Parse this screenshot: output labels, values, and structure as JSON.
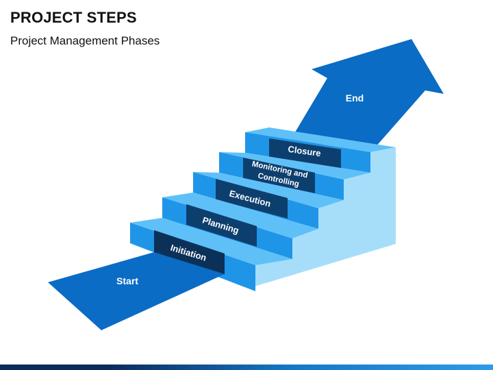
{
  "title": "PROJECT STEPS",
  "subtitle": "Project Management Phases",
  "arrow": {
    "start_label": "Start",
    "end_label": "End"
  },
  "steps": [
    {
      "label": "Initiation"
    },
    {
      "label": "Planning"
    },
    {
      "label": "Execution"
    },
    {
      "label": "Monitoring and",
      "label_line2": "Controlling"
    },
    {
      "label": "Closure"
    }
  ],
  "colors": {
    "arrow": "#0a6cc4",
    "step_front": "#1f95e8",
    "step_top": "#5fc0f8",
    "step_side": "#9fdcfb",
    "band": "#0d3f6e",
    "band_front": "#0b3158"
  }
}
